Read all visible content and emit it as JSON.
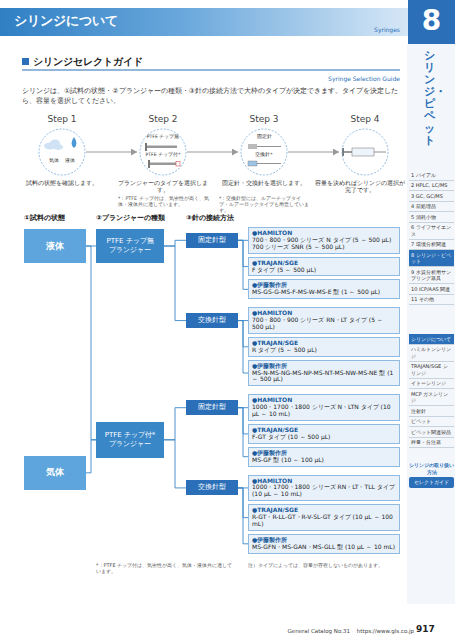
{
  "diagram": {
    "title": "シリンジセレクトガイド",
    "nodes": [
      {
        "text": [
          "Step 1",
          "気体",
          "液体"
        ]
      },
      {
        "text": [
          "Step 2",
          "PTFE チップ無",
          "PTFE チップ付*"
        ]
      },
      {
        "text": [
          "Step 3",
          "固定針",
          "交換針*"
        ]
      },
      {
        "text": [
          "Step 4"
        ]
      },
      {
        "text": [
          "液体"
        ]
      },
      {
        "text": [
          "PTFE チップ無 プランジャー"
        ]
      },
      {
        "text": [
          "固定針型"
        ]
      },
      {
        "text": [
          "●HAMILTON",
          "700・800・900 シリーズ N タイプ (5 ～ 500 µL)",
          "700 シリーズ SNR (5 ～ 500 µL)"
        ]
      },
      {
        "text": [
          "●TRAJAN/SGE",
          "F タイプ (5 ～ 500 µL)"
        ]
      },
      {
        "text": [
          "●伊藤製作所",
          "MS-GS-G-MS-F-MS-W-MS-E 型 (1 ～ 500 µL)"
        ]
      },
      {
        "text": [
          "交換針型"
        ]
      },
      {
        "text": [
          "●HAMILTON",
          "700・800・900 シリーズ RN・LT タイプ (5 ～ 500 µL)"
        ]
      },
      {
        "text": [
          "●TRAJAN/SGE",
          "R タイプ (5 ～ 500 µL)"
        ]
      },
      {
        "text": [
          "●伊藤製作所",
          "MS-N-MS-NG-MS-NP-MS-NT-MS-NW-MS-NE 型 (1 ～ 500 µL)"
        ]
      },
      {
        "text": [
          "PTFE チップ付* プランジャー"
        ]
      },
      {
        "text": [
          "固定針型"
        ]
      },
      {
        "text": [
          "●HAMILTON",
          "1000・1700・1800 シリーズ N・LTN タイプ (10 µL ～ 10 mL)"
        ]
      },
      {
        "text": [
          "●TRAJAN/SGE",
          "F-GT タイプ (10 ～ 500 µL)"
        ]
      },
      {
        "text": [
          "●伊藤製作所",
          "MS-GF 型 (10 ～ 100 µL)"
        ]
      },
      {
        "text": [
          "交換針型"
        ]
      },
      {
        "text": [
          "●HAMILTON",
          "1000・1700・1800 シリーズ RN・LT・TLL タイプ (10 µL ～ 10 mL)"
        ]
      },
      {
        "text": [
          "●TRAJAN/SGE",
          "R-GT・R-LL-GT・R-V-SL-GT タイプ (10 µL ～ 100 mL)"
        ]
      },
      {
        "text": [
          "●伊藤製作所",
          "MS-GFN・MS-GAN・MS-GLL 型 (10 µL ～ 10 mL)"
        ]
      },
      {
        "text": [
          "気体"
        ]
      }
    ],
    "edges": [
      {
        "from": 0,
        "to": 1,
        "arrow": "to"
      },
      {
        "from": 1,
        "to": 2,
        "arrow": "to"
      },
      {
        "from": 2,
        "to": 3,
        "arrow": "to"
      },
      {
        "from": 4,
        "to": 5,
        "arrow": "none"
      },
      {
        "from": 4,
        "to": 14,
        "arrow": "none"
      },
      {
        "from": 23,
        "to": 14,
        "arrow": "none"
      },
      {
        "from": 5,
        "to": 6,
        "arrow": "none"
      },
      {
        "from": 5,
        "to": 10,
        "arrow": "none"
      },
      {
        "from": 14,
        "to": 15,
        "arrow": "none"
      },
      {
        "from": 14,
        "to": 19,
        "arrow": "none"
      },
      {
        "from": 6,
        "to": 7,
        "arrow": "none"
      },
      {
        "from": 6,
        "to": 8,
        "arrow": "none"
      },
      {
        "from": 6,
        "to": 9,
        "arrow": "none"
      },
      {
        "from": 10,
        "to": 11,
        "arrow": "none"
      },
      {
        "from": 10,
        "to": 12,
        "arrow": "none"
      },
      {
        "from": 10,
        "to": 13,
        "arrow": "none"
      },
      {
        "from": 15,
        "to": 16,
        "arrow": "none"
      },
      {
        "from": 15,
        "to": 17,
        "arrow": "none"
      },
      {
        "from": 15,
        "to": 18,
        "arrow": "none"
      },
      {
        "from": 19,
        "to": 20,
        "arrow": "none"
      },
      {
        "from": 19,
        "to": 21,
        "arrow": "none"
      },
      {
        "from": 19,
        "to": 22,
        "arrow": "none"
      }
    ],
    "labels": [
      "シリンジについて",
      "Syringes",
      "8",
      "シリンジ・ピペット",
      "Syringe Selection Guide",
      "シリンジは、①試料の状態・②プランジャーの種類・③針の接続方法で大枠のタイプが決定できます。タイプを決定したら、容量を選択してください。",
      "試料の状態を確認します。",
      "プランジャーのタイプを選択します。",
      "固定針・交換針を選択します。",
      "容量を決めればシリンジの選択が完了です。",
      "*：PTFE チップ付は、気密性が高く、気体・液体共に適しています。",
      "*：交換針型には、ルアーチップタイプ・ルアーロックタイプも用意しています。",
      "①試料の状態",
      "②プランジャーの種類",
      "③針の接続方法",
      "*：PTFE チップ付は、気密性が高く、気体・液体共に適しています。",
      "注）タイプによっては、容量が存在しないものがあります。",
      "1 バイアル",
      "2 HPLC, LC/MS",
      "3 GC, GC/MS",
      "4 前処理品",
      "5 消耗小物",
      "6 ライフサイエンス",
      "7 環境分析関連",
      "8 シリンジ・ピペット",
      "9 水質分析用サンプリング器具",
      "10 ICP/AAS 関連",
      "11 その他",
      "シリンジについて",
      "ハミルトンシリンジ",
      "TRAJAN/SGE シリンジ",
      "イトーシリンジ",
      "MCP ガスシリンジ",
      "注射針",
      "ピペット",
      "ピペット関連製品",
      "秤量・分注器",
      "シリンジの取り扱い方法",
      "セレクトガイド",
      "General Catalog No.31",
      "https://www.gls.co.jp",
      "917"
    ]
  }
}
